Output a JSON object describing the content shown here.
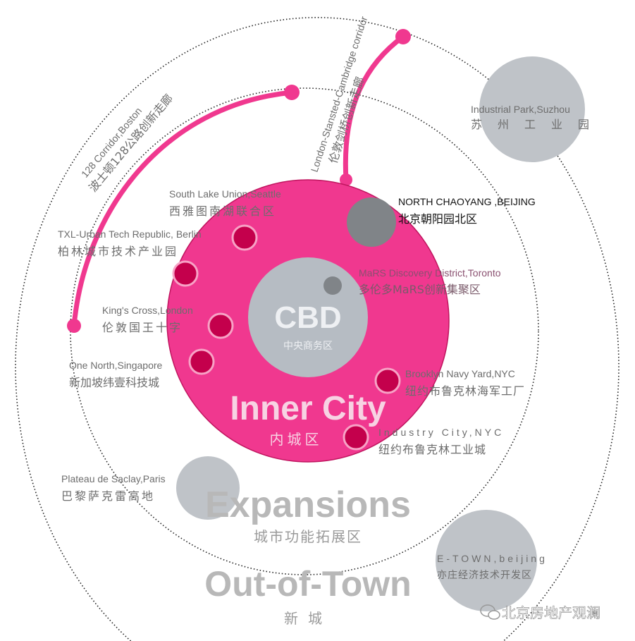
{
  "zones": {
    "cbd": {
      "title": "CBD",
      "subtitle": "中央商务区"
    },
    "inner": {
      "title": "Inner City",
      "subtitle": "内城区"
    },
    "expansions": {
      "title": "Expansions",
      "subtitle": "城市功能拓展区"
    },
    "outoftown": {
      "title": "Out-of-Town",
      "subtitle": "新城"
    }
  },
  "corridors": [
    {
      "en": "128 Corridor,Boston",
      "cn": "波士顿128公路创新走廊"
    },
    {
      "en": "London-Stansted-Cambridge corridor",
      "cn": "伦敦剑桥创新走廊"
    }
  ],
  "places": [
    {
      "en": "South Lake Union,Seattle",
      "cn": "西雅图南湖联合区"
    },
    {
      "en": "TXL-Urban Tech Republic, Berlin",
      "cn": "柏林城市技术产业园"
    },
    {
      "en": "King's Cross,London",
      "cn": "伦敦国王十字"
    },
    {
      "en": "One North,Singapore",
      "cn": "新加坡纬壹科技城"
    },
    {
      "en": "NORTH CHAOYANG ,BEIJING",
      "cn": "北京朝阳园北区"
    },
    {
      "en": "MaRS Discovery District,Toronto",
      "cn": "多伦多MaRS创新集聚区"
    },
    {
      "en": "Brooklyn Navy Yard,NYC",
      "cn": "纽约布鲁克林海军工厂"
    },
    {
      "en": "Industry City,NYC",
      "cn": "纽约布鲁克林工业城"
    },
    {
      "en": "Industrial Park,Suzhou",
      "cn": "苏州工业园"
    },
    {
      "en": "Plateau de Saclay,Paris",
      "cn": "巴黎萨克雷高地"
    },
    {
      "en": "E-TOWN,beijing",
      "cn": "亦庄经济技术开发区"
    }
  ],
  "watermark": "北京房地产观澜",
  "colors": {
    "pink": "#f0388f",
    "dot": "#c4004c",
    "gray": "#bfc3c8",
    "darkgray": "#808488"
  }
}
